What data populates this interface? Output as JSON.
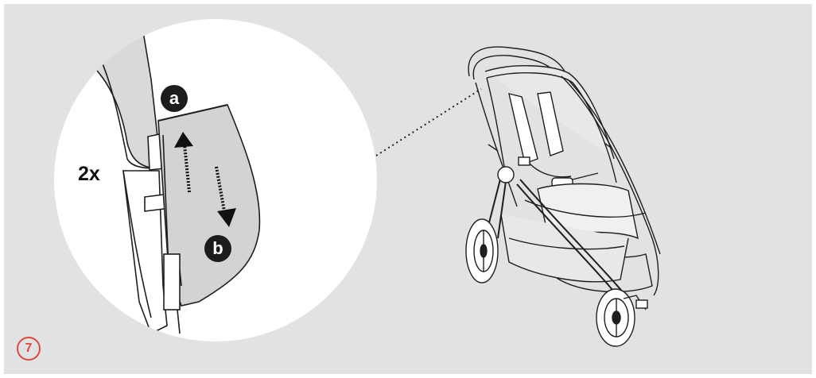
{
  "step": {
    "number": "7"
  },
  "detail": {
    "multiplier": "2x",
    "callout_a": "a",
    "callout_b": "b"
  },
  "colors": {
    "background": "#e1e2e3",
    "accent": "#e2473f",
    "ink": "#1c1c1c"
  },
  "icons": [
    "stroller-illustration",
    "adjuster-detail-illustration",
    "arrow-up-icon",
    "arrow-down-icon"
  ]
}
